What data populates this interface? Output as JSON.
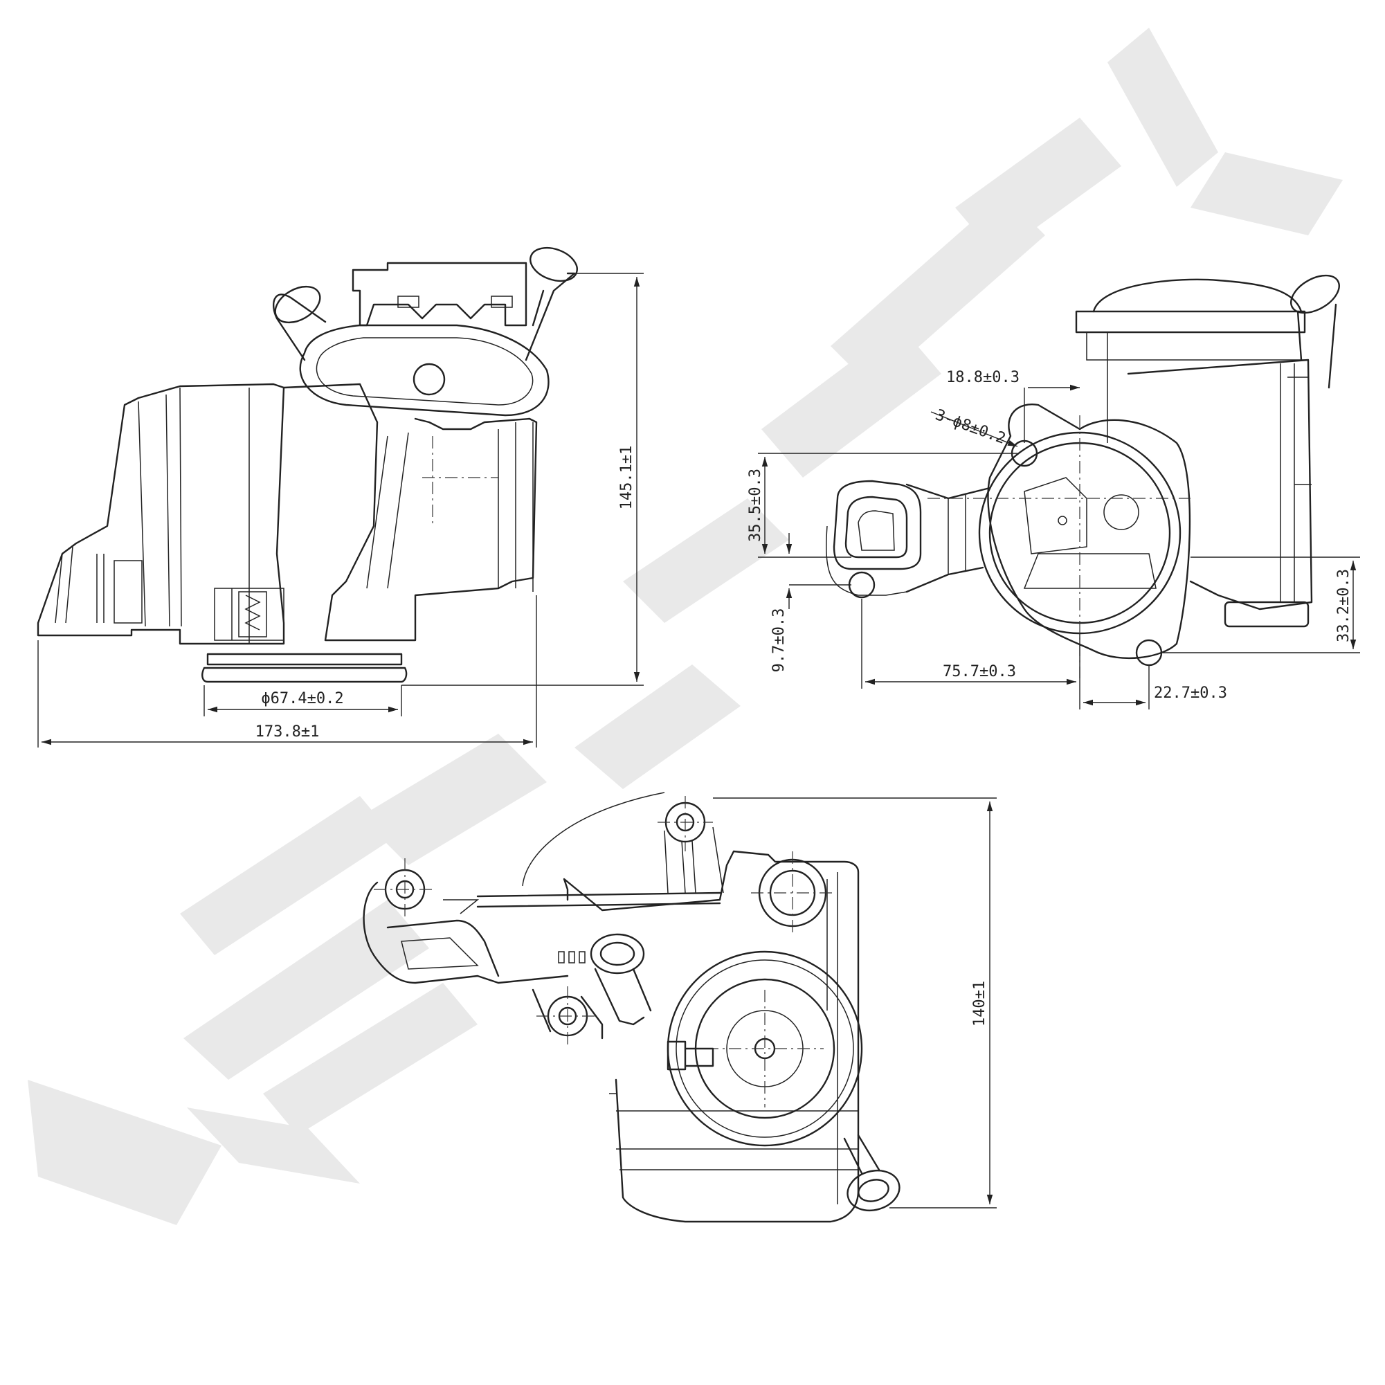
{
  "watermark": {
    "text": "ZENTEK",
    "color": "#e9e9e9"
  },
  "views": {
    "side": {
      "dimensions": {
        "height": "145.1±1",
        "bore_diameter": "ϕ67.4±0.2",
        "length": "173.8±1"
      }
    },
    "flange": {
      "dimensions": {
        "offset_top": "18.8±0.3",
        "holes": "3-ϕ8±0.2",
        "vertical_upper": "35.5±0.3",
        "vertical_lower": "9.7±0.3",
        "horizontal": "75.7±0.3",
        "right_vertical": "33.2±0.3",
        "right_horizontal": "22.7±0.3"
      }
    },
    "top": {
      "dimensions": {
        "height": "140±1"
      }
    }
  }
}
